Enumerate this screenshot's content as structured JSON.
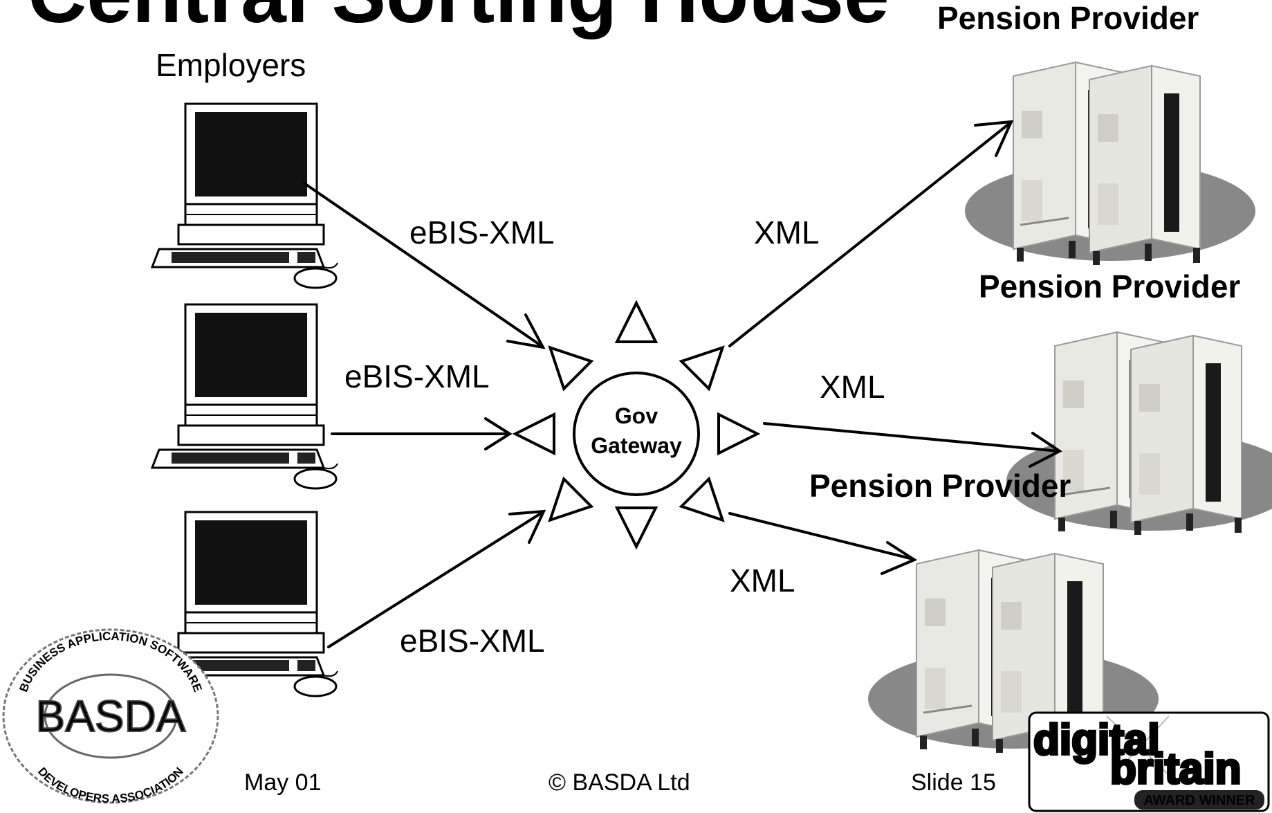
{
  "slide": {
    "title": "Central Sorting House",
    "footer": {
      "date": "May 01",
      "copyright": "© BASDA Ltd",
      "slide_number": "Slide 15"
    }
  },
  "diagram": {
    "employers_label": "Employers",
    "hub_label_line1": "Gov",
    "hub_label_line2": "Gateway",
    "employer_links": [
      "eBIS-XML",
      "eBIS-XML",
      "eBIS-XML"
    ],
    "provider_links": [
      "XML",
      "XML",
      "XML"
    ],
    "providers": [
      "Pension Provider",
      "Pension Provider",
      "Pension Provider"
    ]
  },
  "logos": {
    "basda_seal": {
      "center_text": "BASDA",
      "ring_top": "BUSINESS APPLICATION SOFTWARE",
      "ring_bottom": "DEVELOPERS ASSOCIATION"
    },
    "award": {
      "line1": "digital",
      "line2": "britain",
      "badge": "AWARD WINNER"
    }
  }
}
